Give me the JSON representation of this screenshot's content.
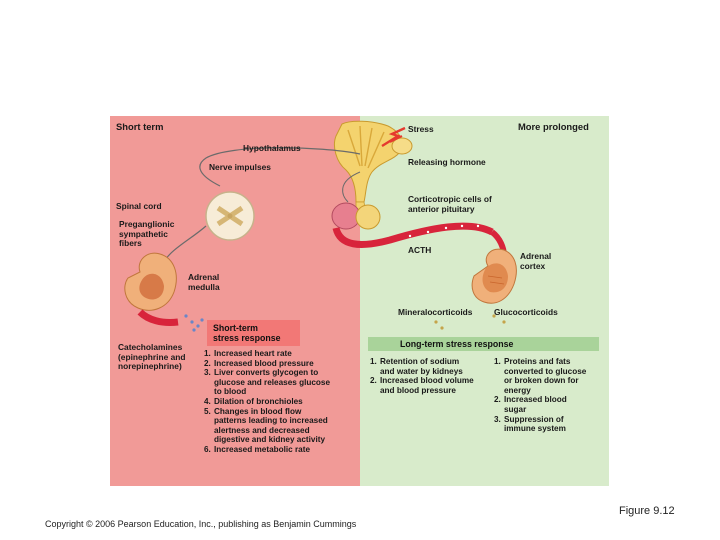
{
  "header": {
    "short_term": "Short term",
    "more_prolonged": "More prolonged"
  },
  "labels": {
    "stress": "Stress",
    "hypothalamus": "Hypothalamus",
    "nerve_impulses": "Nerve impulses",
    "releasing_hormone": "Releasing hormone",
    "spinal_cord": "Spinal cord",
    "preganglionic": "Preganglionic\nsympathetic\nfibers",
    "corticotropic": "Corticotropic cells of\nanterior pituitary",
    "acth": "ACTH",
    "adrenal_medulla": "Adrenal\nmedulla",
    "adrenal_cortex": "Adrenal\ncortex",
    "mineralocorticoids": "Mineralocorticoids",
    "glucocorticoids": "Glucocorticoids",
    "catecholamines": "Catecholamines\n(epinephrine and\nnorepinephrine)"
  },
  "short_term_box": {
    "title": "Short-term\nstress response",
    "items": [
      {
        "num": "1.",
        "text": "Increased heart rate"
      },
      {
        "num": "2.",
        "text": "Increased blood pressure"
      },
      {
        "num": "3.",
        "text": "Liver converts glycogen to\nglucose and releases glucose\nto blood"
      },
      {
        "num": "4.",
        "text": "Dilation of bronchioles"
      },
      {
        "num": "5.",
        "text": "Changes in blood flow\npatterns leading to increased\nalertness and decreased\ndigestive and kidney activity"
      },
      {
        "num": "6.",
        "text": "Increased metabolic rate"
      }
    ]
  },
  "long_term_box": {
    "title": "Long-term stress response",
    "left_items": [
      {
        "num": "1.",
        "text": "Retention of sodium\nand water by kidneys"
      },
      {
        "num": "2.",
        "text": "Increased blood volume\nand blood pressure"
      }
    ],
    "right_items": [
      {
        "num": "1.",
        "text": "Proteins and fats\nconverted to glucose\nor broken down for\nenergy"
      },
      {
        "num": "2.",
        "text": "Increased blood\nsugar"
      },
      {
        "num": "3.",
        "text": "Suppression of\nimmune system"
      }
    ]
  },
  "footer": {
    "copyright": "Copyright © 2006 Pearson Education, Inc., publishing as Benjamin Cummings",
    "figure_label": "Figure 9.12"
  },
  "colors": {
    "short_term_bg": "#f19a97",
    "long_term_bg": "#d8ebcb",
    "short_box": "#f27876",
    "long_box": "#a9d39a",
    "vessel": "#d8243b"
  }
}
